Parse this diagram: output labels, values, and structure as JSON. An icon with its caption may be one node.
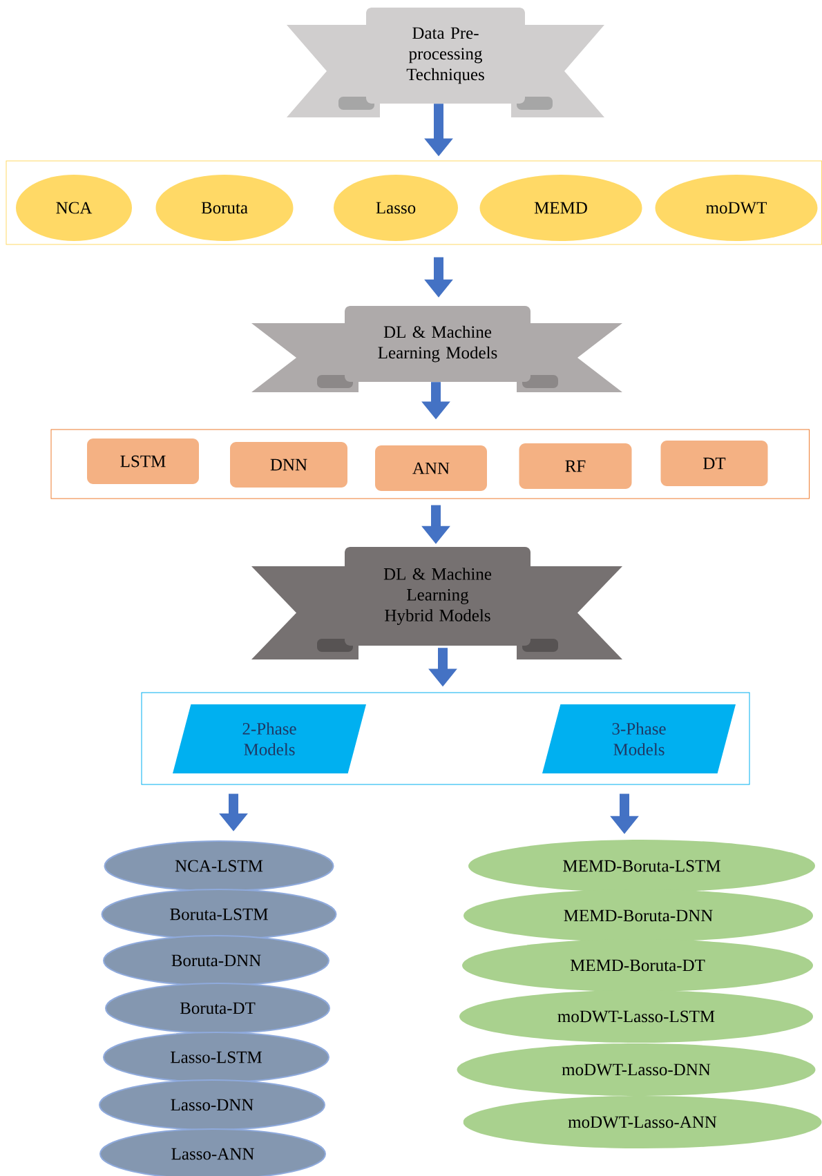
{
  "diagram": {
    "nodes": [
      {
        "text": [
          "Data Pre-processing Techniques"
        ]
      },
      {
        "text": [],
        "shape": "box"
      },
      {
        "text": [
          "NCA"
        ],
        "in": 1
      },
      {
        "text": [
          "Boruta"
        ],
        "in": 1
      },
      {
        "text": [
          "Lasso"
        ],
        "in": 1
      },
      {
        "text": [
          "MEMD"
        ],
        "in": 1
      },
      {
        "text": [
          "moDWT"
        ],
        "in": 1
      },
      {
        "text": [
          "DL & Machine Learning Models"
        ]
      },
      {
        "text": [],
        "shape": "box"
      },
      {
        "text": [
          "LSTM"
        ],
        "in": 8
      },
      {
        "text": [
          "DNN"
        ],
        "in": 8
      },
      {
        "text": [
          "ANN"
        ],
        "in": 8
      },
      {
        "text": [
          "RF"
        ],
        "in": 8
      },
      {
        "text": [
          "DT"
        ],
        "in": 8
      },
      {
        "text": [
          "DL & Machine Learning Hybrid Models"
        ]
      },
      {
        "text": [],
        "shape": "box"
      },
      {
        "text": [
          "2-Phase Models"
        ],
        "in": 15
      },
      {
        "text": [
          "3-Phase Models"
        ],
        "in": 15
      },
      {
        "text": [
          "NCA-LSTM"
        ]
      },
      {
        "text": [
          "Boruta-LSTM"
        ]
      },
      {
        "text": [
          "Boruta-DNN"
        ]
      },
      {
        "text": [
          "Boruta-DT"
        ]
      },
      {
        "text": [
          "Lasso-LSTM"
        ]
      },
      {
        "text": [
          "Lasso-DNN"
        ]
      },
      {
        "text": [
          "Lasso-ANN"
        ]
      },
      {
        "text": [
          "MEMD-Boruta-LSTM"
        ]
      },
      {
        "text": [
          "MEMD-Boruta-DNN"
        ]
      },
      {
        "text": [
          "MEMD-Boruta-DT"
        ]
      },
      {
        "text": [
          "moDWT-Lasso-LSTM"
        ]
      },
      {
        "text": [
          "moDWT-Lasso-DNN"
        ]
      },
      {
        "text": [
          "moDWT-Lasso-ANN"
        ]
      }
    ],
    "edges": [
      {
        "from": 0,
        "to": 1,
        "arrow": "to"
      },
      {
        "from": 1,
        "to": 7,
        "arrow": "to"
      },
      {
        "from": 7,
        "to": 8,
        "arrow": "to"
      },
      {
        "from": 8,
        "to": 14,
        "arrow": "to"
      },
      {
        "from": 14,
        "to": 15,
        "arrow": "to"
      },
      {
        "from": 15,
        "to": 18,
        "arrow": "to"
      },
      {
        "from": 15,
        "to": 25,
        "arrow": "to"
      }
    ]
  }
}
